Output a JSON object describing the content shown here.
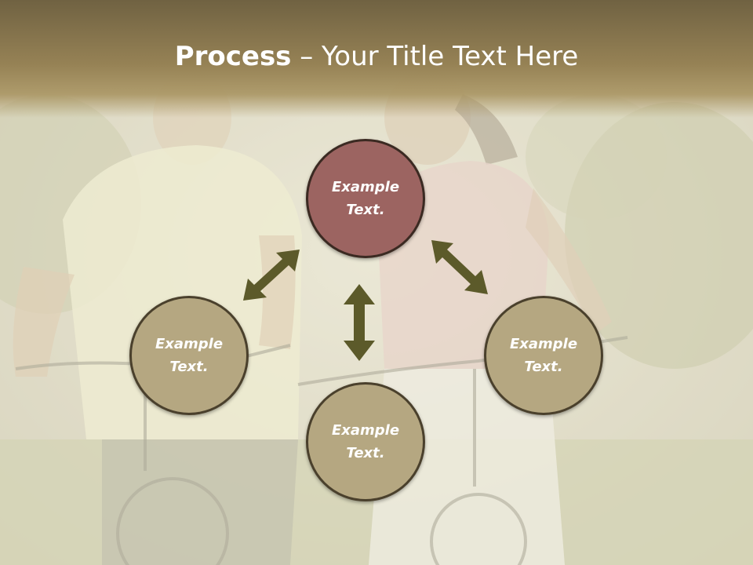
{
  "title": {
    "bold": "Process",
    "rest": " – Your Title Text Here"
  },
  "background": {
    "description_icon": "cycling-couple-photo"
  },
  "nodes": {
    "top": {
      "label": "Example\nText."
    },
    "left": {
      "label": "Example\nText."
    },
    "bottom": {
      "label": "Example\nText."
    },
    "right": {
      "label": "Example\nText."
    }
  },
  "colors": {
    "accent_red": "#9c6461",
    "node_tan": "#b5a781",
    "arrow": "#5c5a2a",
    "title_band": "#8c7a52"
  }
}
